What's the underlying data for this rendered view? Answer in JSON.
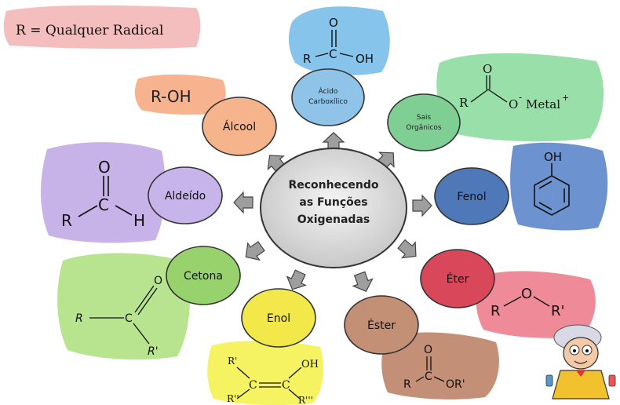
{
  "legend": {
    "text": "R = Qualquer Radical"
  },
  "center": {
    "line1": "Reconhecendo",
    "line2": "as Funções",
    "line3": "Oxigenadas"
  },
  "nodes": {
    "acido": {
      "line1": "Ácido",
      "line2": "Carboxílico",
      "color": "#8fc3e8"
    },
    "sais": {
      "line1": "Sais",
      "line2": "Orgânicos",
      "color": "#7fcf95"
    },
    "fenol": {
      "label": "Fenol",
      "color": "#4f78b8"
    },
    "eter": {
      "label": "Éter",
      "color": "#d8485a"
    },
    "ester": {
      "label": "Éster",
      "color": "#c49075"
    },
    "enol": {
      "label": "Enol",
      "color": "#f3e84a"
    },
    "cetona": {
      "label": "Cetona",
      "color": "#98d26d"
    },
    "aldeido": {
      "label": "Aldeído",
      "color": "#c7b4ea"
    },
    "alcool": {
      "label": "Álcool",
      "color": "#f5b48c"
    }
  },
  "formulas": {
    "acido": {
      "O": "O",
      "R": "R",
      "C": "C",
      "OH": "OH"
    },
    "sais": {
      "R": "R",
      "O": "O",
      "Om": "O",
      "minus": "-",
      "metal": "Metal",
      "plus": "+"
    },
    "fenol": {
      "OH": "OH"
    },
    "eter": {
      "R": "R",
      "O": "O",
      "R2": "R'"
    },
    "ester": {
      "O": "O",
      "R": "R",
      "C": "C",
      "OR": "OR'"
    },
    "enol": {
      "R1": "R'",
      "R2": "R''",
      "C1": "C",
      "C2": "C",
      "OH": "OH",
      "R3": "R'''"
    },
    "cetona": {
      "O": "O",
      "R": "R",
      "C": "C",
      "R2": "R'"
    },
    "aldeido": {
      "O": "O",
      "R": "R",
      "C": "C",
      "H": "H"
    },
    "alcool": {
      "text": "R-OH"
    }
  }
}
